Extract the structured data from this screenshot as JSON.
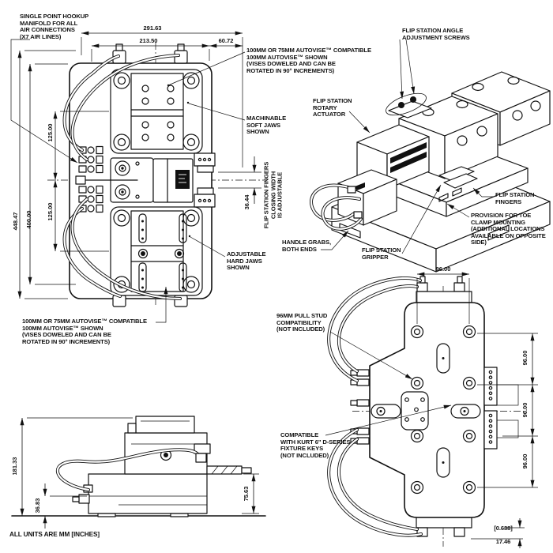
{
  "drawing": {
    "units_note": "ALL UNITS ARE MM [INCHES]",
    "front": {
      "callouts": {
        "hookup": "SINGLE POINT HOOKUP\nMANIFOLD FOR ALL\nAIR CONNECTIONS\n(X7 AIR LINES)",
        "vise_top": "100MM OR 75MM AUTOVISE™ COMPATIBLE\n100MM AUTOVISE™ SHOWN\n(VISES DOWELED AND CAN BE\nROTATED IN 90° INCREMENTS)",
        "soft_jaws": "MACHINABLE\nSOFT JAWS\nSHOWN",
        "hard_jaws": "ADJUSTABLE\nHARD JAWS\nSHOWN",
        "vise_bottom": "100MM OR 75MM AUTOVISE™ COMPATIBLE\n100MM AUTOVISE™ SHOWN\n(VISES DOWELED AND CAN BE\nROTATED IN 90° INCREMENTS)",
        "finger_width": "FLIP STATION FINGERS\nCLOSING WIDTH\nIS ADJUSTABLE"
      },
      "dims": {
        "overall_width": "291.63",
        "plate_width": "213.50",
        "finger_offset": "60.72",
        "overall_height": "448.47",
        "hookup_height": "400.00",
        "vise_spacing_upper": "125.00",
        "vise_spacing_lower": "125.00",
        "finger_gap": "36.44"
      }
    },
    "isometric": {
      "callouts": {
        "angle_screws": "FLIP STATION ANGLE\nADJUSTMENT SCREWS",
        "rotary_actuator": "FLIP STATION\nROTARY\nACTUATOR",
        "fingers": "FLIP STATION\nFINGERS",
        "toe_clamp": "PROVISION FOR TOE\nCLAMP MOUNTING\n(ADDITIONAL LOCATIONS\nAVAILABLE ON OPPOSITE\nSIDE)",
        "handle_grabs": "HANDLE GRABS,\nBOTH ENDS",
        "gripper": "FLIP STATION\nGRIPPER"
      }
    },
    "side": {
      "dims": {
        "height": "181.33",
        "base_height": "36.83",
        "key_height": "75.63"
      }
    },
    "bottom": {
      "callouts": {
        "pull_stud": "96MM PULL STUD\nCOMPATIBILITY\n(NOT INCLUDED)",
        "kurt_keys": "COMPATIBLE\nWITH KURT 6\" D-SERIES\nFIXTURE KEYS\n(NOT INCLUDED)"
      },
      "dims": {
        "stud_width": "96.00",
        "stud_spacing": [
          "96.00",
          "96.00",
          "96.00"
        ],
        "edge_inches": "[0.688]",
        "edge_mm": "17.46"
      }
    }
  }
}
